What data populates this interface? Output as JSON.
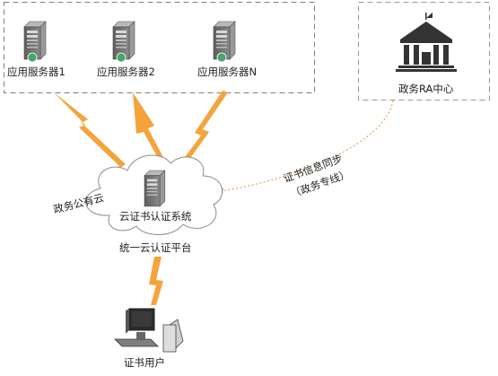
{
  "servers": [
    {
      "label": "应用服务器1"
    },
    {
      "label": "应用服务器2"
    },
    {
      "label": "应用服务器N"
    }
  ],
  "ra_center": {
    "label": "政务RA中心"
  },
  "cloud": {
    "system_label": "云证书认证系统",
    "cloud_name": "政务公有云",
    "platform_label": "统一云认证平台"
  },
  "sync": {
    "line1": "证书信息同步",
    "line2": "（政务专线）"
  },
  "user": {
    "label": "证书用户"
  },
  "colors": {
    "lightning": "#f5a33b",
    "sync_line": "#e8a25a",
    "dash_border": "#7f7f7f"
  }
}
